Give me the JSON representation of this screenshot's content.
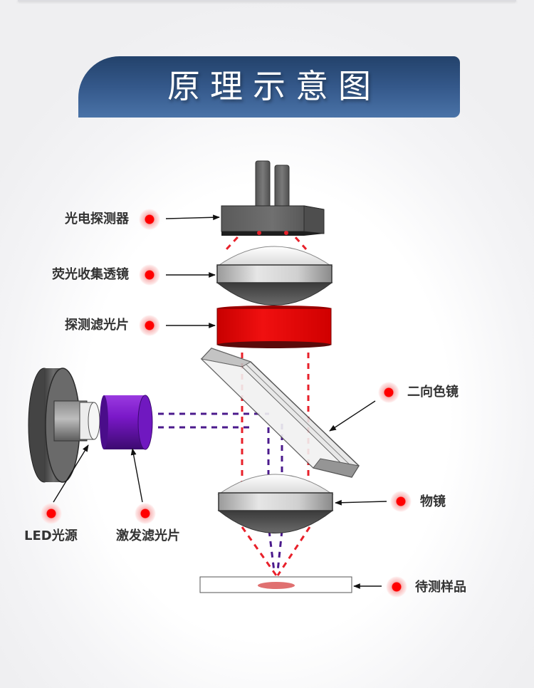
{
  "title": "原理示意图",
  "colors": {
    "banner_top": "#23426b",
    "banner_bottom": "#4a73a8",
    "emission_beam": "#e8202a",
    "excitation_beam": "#4b1a8c",
    "marker": "#ff0000",
    "filter_red": "#e00d0d",
    "filter_purple": "#7a18c8",
    "label_text": "#333333"
  },
  "labels": {
    "photodetector": "光电探测器",
    "collection_lens": "荧光收集透镜",
    "detection_filter": "探测滤光片",
    "dichroic_mirror": "二向色镜",
    "led_source": "LED光源",
    "excitation_filter": "激发滤光片",
    "objective": "物镜",
    "sample": "待测样品"
  },
  "components": [
    {
      "id": "photodetector",
      "icon": "photodetector-icon"
    },
    {
      "id": "collection_lens",
      "icon": "lens-icon"
    },
    {
      "id": "detection_filter",
      "icon": "red-filter-icon"
    },
    {
      "id": "dichroic_mirror",
      "icon": "dichroic-mirror-icon"
    },
    {
      "id": "led_source",
      "icon": "led-icon"
    },
    {
      "id": "excitation_filter",
      "icon": "purple-filter-icon"
    },
    {
      "id": "objective",
      "icon": "objective-lens-icon"
    },
    {
      "id": "sample",
      "icon": "sample-slide-icon"
    }
  ]
}
